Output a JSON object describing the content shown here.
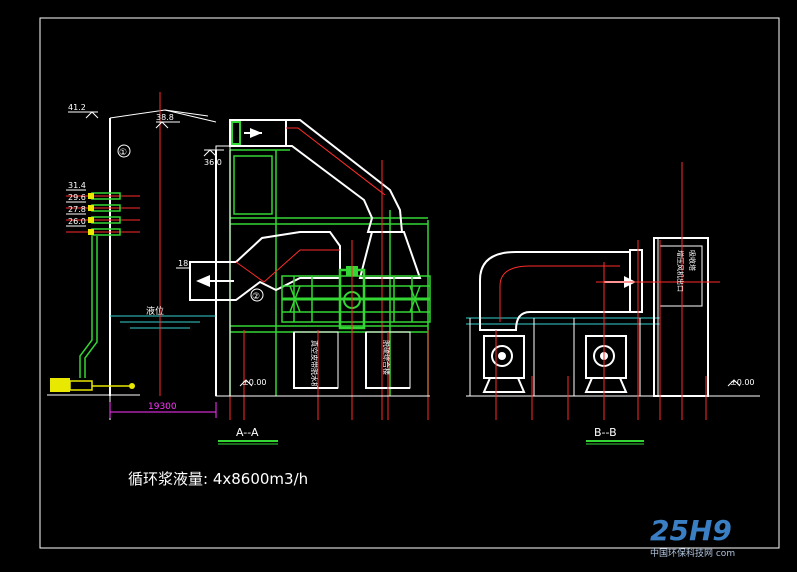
{
  "colors": {
    "background": "#000000",
    "outline": "#ffffff",
    "structure": "#33d633",
    "centerline": "#ff2a2a",
    "water": "#35d0d0",
    "dimension": "#ff33ff",
    "pump": "#e8e800",
    "watermark_primary": "#3a7fc4"
  },
  "elevations": {
    "top": "41.2",
    "duct": "38.8",
    "duct_level": "36.0",
    "nozzle_1": "31.4",
    "nozzle_2": "29.6",
    "nozzle_3": "27.8",
    "nozzle_4": "26.0",
    "outlet": "18",
    "ground_a": "±0.00",
    "ground_b": "±0.00"
  },
  "markers": {
    "one": "①",
    "two": "②"
  },
  "labels": {
    "liquid_level": "液位",
    "dimension": "19300",
    "section_a": "A--A",
    "section_b": "B--B",
    "pump_room_1": "真空皮带脱水机",
    "pump_room_2": "脱硫综合楼",
    "vertical_right": "增压风机出口",
    "vertical_side": "吸收塔"
  },
  "caption": "循环浆液量: 4x8600m3/h",
  "watermark": {
    "logo": "25H9",
    "sub": "中国环保科技网 com"
  }
}
